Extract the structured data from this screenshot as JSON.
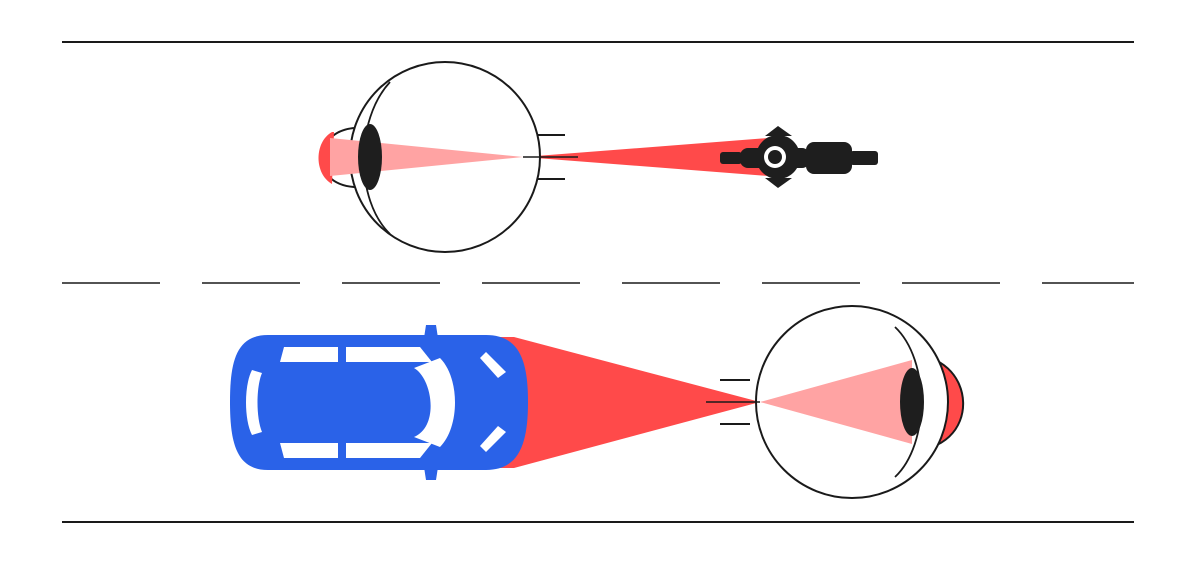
{
  "colors": {
    "background": "#ffffff",
    "line": "#1a1a1a",
    "beam": "#ff4a4a",
    "beam_light": "#ffa3a3",
    "car": "#2a62e8",
    "window": "#ffffff",
    "lens": "#1e1e1e",
    "motorcycle": "#1e1e1e"
  },
  "road": {
    "lane_count": 2,
    "center_line": "dashed"
  },
  "scenes": [
    {
      "label": "",
      "viewer": "eye-top-lane",
      "object": "motorcycle",
      "beam": "narrow"
    },
    {
      "label": "",
      "viewer": "eye-bottom-lane",
      "object": "car",
      "beam": "wide"
    }
  ],
  "icons": [
    "eye-icon",
    "motorcycle-icon",
    "car-icon"
  ]
}
